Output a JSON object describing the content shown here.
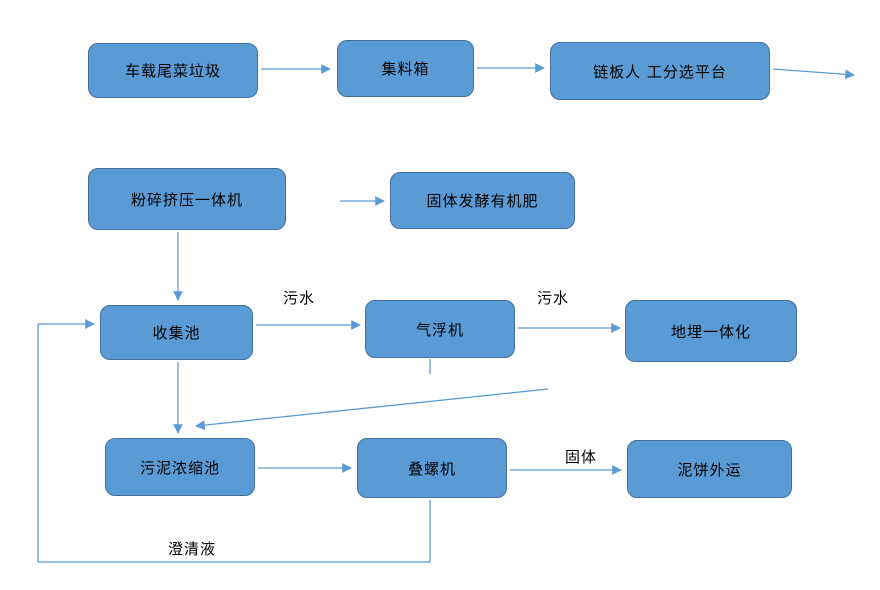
{
  "diagram": {
    "title": "",
    "nodes": [
      {
        "id": "vehicle-waste",
        "label": "车载尾菜垃圾"
      },
      {
        "id": "collection-box",
        "label": "集料箱"
      },
      {
        "id": "sorting-platform",
        "label": "链板人 工分选平台"
      },
      {
        "id": "crusher-press",
        "label": "粉碎挤压一体机"
      },
      {
        "id": "solid-fertilizer",
        "label": "固体发酵有机肥"
      },
      {
        "id": "collection-pool",
        "label": "收集池"
      },
      {
        "id": "air-flotation",
        "label": "气浮机"
      },
      {
        "id": "buried-integration",
        "label": "地埋一体化"
      },
      {
        "id": "sludge-thickener",
        "label": "污泥浓缩池"
      },
      {
        "id": "screw-press",
        "label": "叠螺机"
      },
      {
        "id": "mudcake-transport",
        "label": "泥饼外运"
      }
    ],
    "edge_labels": {
      "sewage_1": "污水",
      "sewage_2": "污水",
      "solid": "固体",
      "clarified_liquid": "澄清液"
    },
    "colors": {
      "node_fill": "#5B9BD5",
      "node_border": "#41719C",
      "connector": "#5B9BD5",
      "text": "#000000",
      "background": "#FFFFFF"
    }
  }
}
